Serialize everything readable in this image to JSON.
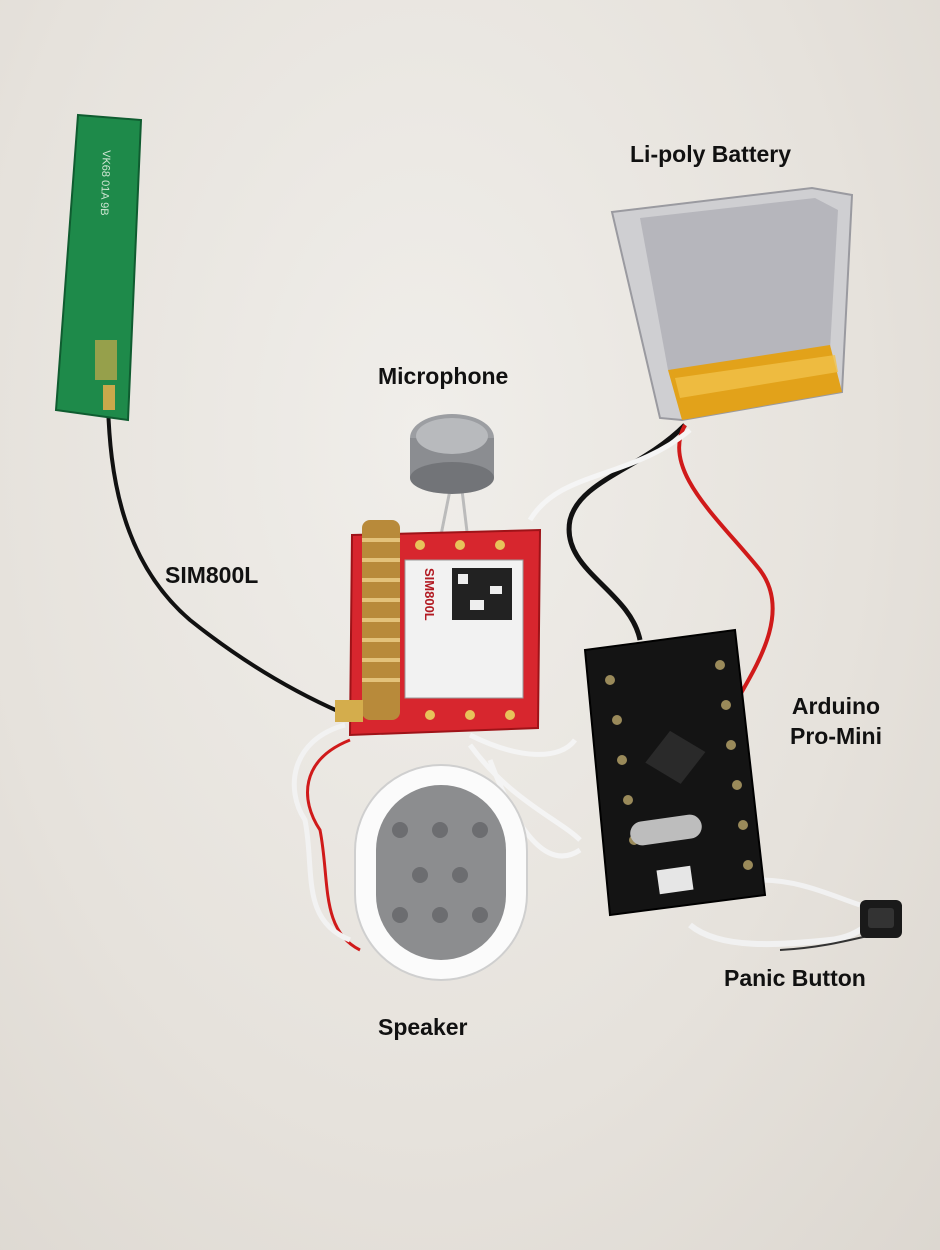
{
  "labels": {
    "battery": "Li-poly Battery",
    "microphone": "Microphone",
    "sim": "SIM800L",
    "arduino_line1": "Arduino",
    "arduino_line2": "Pro-Mini",
    "panic": "Panic Button",
    "speaker": "Speaker"
  },
  "markings": {
    "antenna": "VK68 01A 9B",
    "sim_chip": "SIM800L"
  },
  "colors": {
    "background": "#e9e6e1",
    "antenna_pcb": "#1e8a4a",
    "sim_board": "#d7262e",
    "arduino_board": "#141414",
    "battery_tape": "#e2a21a",
    "wire_red": "#d01a1a",
    "wire_black": "#111111"
  }
}
